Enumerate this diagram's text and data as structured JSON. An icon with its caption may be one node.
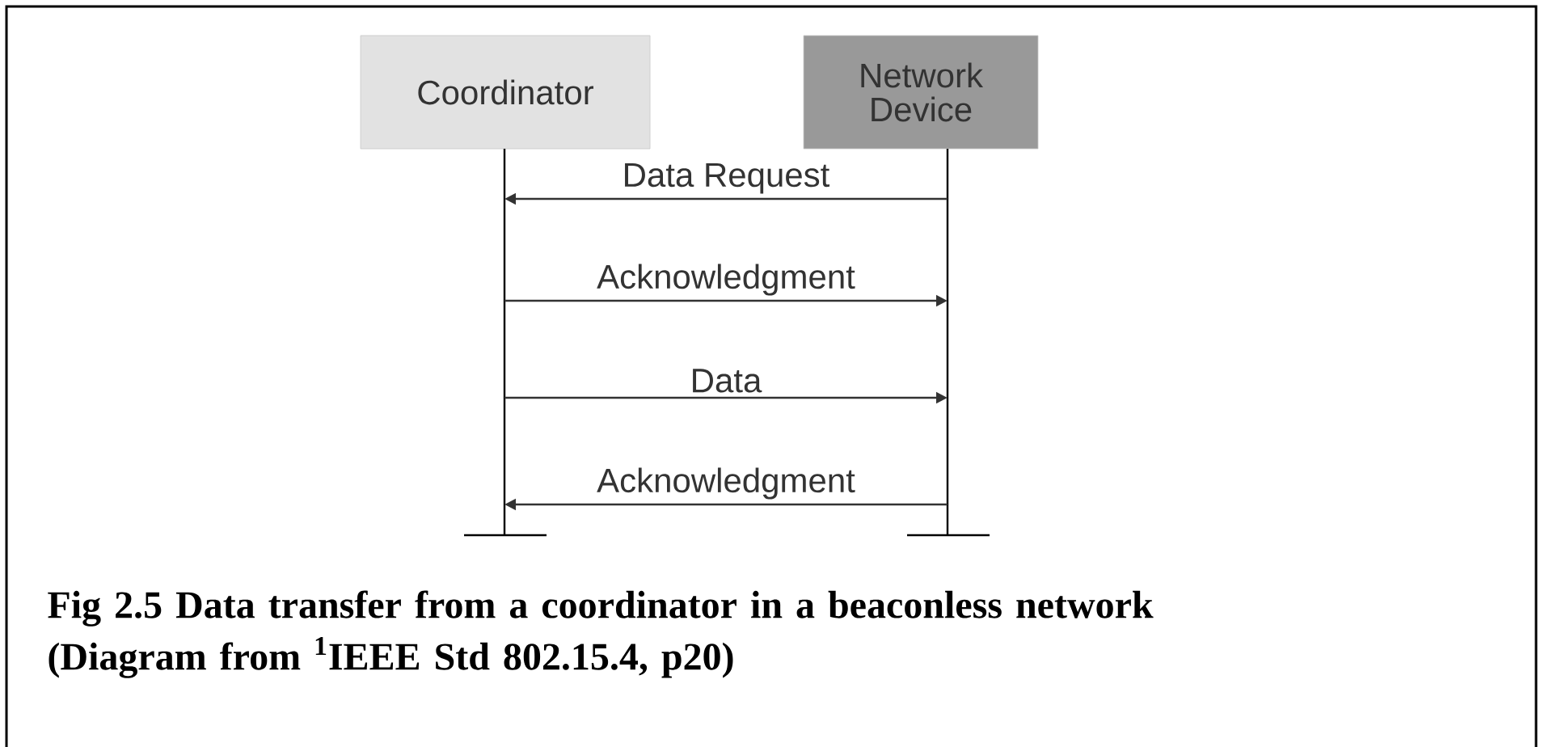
{
  "diagram": {
    "caption": "Fig 2.5 Data transfer from a coordinator in a beaconless network (Diagram from $^{1}$IEEE Std 802.15.4, p20)",
    "nodes": [
      {
        "text": [
          "Coordinator"
        ]
      },
      {
        "text": [
          "Network Device"
        ]
      }
    ],
    "edges": [
      {
        "from": 1,
        "to": 0,
        "arrow": "to",
        "label": "Data Request"
      },
      {
        "from": 0,
        "to": 1,
        "arrow": "to",
        "label": "Acknowledgment"
      },
      {
        "from": 0,
        "to": 1,
        "arrow": "to",
        "label": "Data"
      },
      {
        "from": 1,
        "to": 0,
        "arrow": "to",
        "label": "Acknowledgment"
      }
    ]
  }
}
